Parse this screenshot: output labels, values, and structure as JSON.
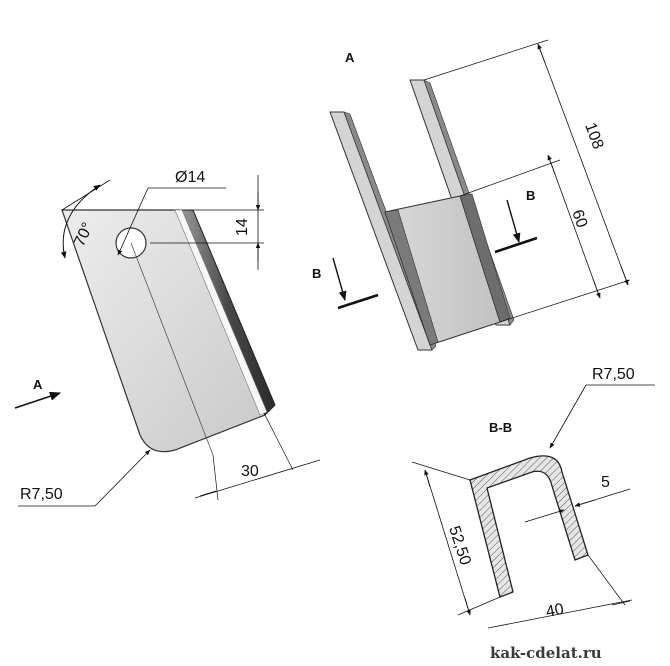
{
  "drawing": {
    "view_a_label": "A",
    "section_label": "B",
    "section_title": "B-B",
    "arrow_a_label": "A"
  },
  "dimensions": {
    "angle": "70°",
    "hole_diameter": "Ø14",
    "hole_offset": "14",
    "plate_width": "30",
    "corner_radius": "R7,50",
    "height_total": "108",
    "height_channel": "60",
    "section_radius": "R7,50",
    "section_thickness": "5",
    "section_height": "52,50",
    "section_width": "40"
  },
  "watermark": "kak-cdelat.ru"
}
